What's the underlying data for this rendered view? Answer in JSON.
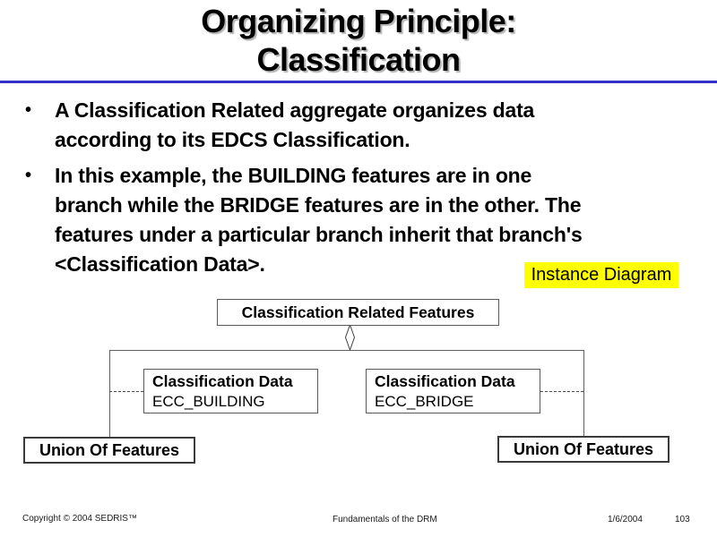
{
  "slide": {
    "title_lines": [
      "Organizing Principle:",
      "Classification"
    ],
    "accent_rule_color": "#3333cc",
    "highlight_color": "#ffff00",
    "bullet_char": "•"
  },
  "bullets": [
    {
      "lines": [
        "A Classification Related aggregate organizes data",
        "according to its EDCS Classification."
      ]
    },
    {
      "lines": [
        "In this example, the BUILDING features are in one",
        "branch while the BRIDGE features are in the other. The",
        "features under a particular branch inherit that branch's",
        "<Classification Data>."
      ]
    }
  ],
  "instance_label": "Instance Diagram",
  "diagram": {
    "root_box_label": "Classification Related Features",
    "aggregation_icon": "uml-open-diamond",
    "left_branch": {
      "data_title": "Classification Data",
      "data_code": "ECC_BUILDING",
      "leaf_label": "Union Of Features"
    },
    "right_branch": {
      "data_title": "Classification Data",
      "data_code": "ECC_BRIDGE",
      "leaf_label": "Union Of Features"
    }
  },
  "footer": {
    "copyright": "Copyright © 2004 SEDRIS™",
    "document_title": "Fundamentals of the DRM",
    "date": "1/6/2004",
    "page_number": "103"
  }
}
